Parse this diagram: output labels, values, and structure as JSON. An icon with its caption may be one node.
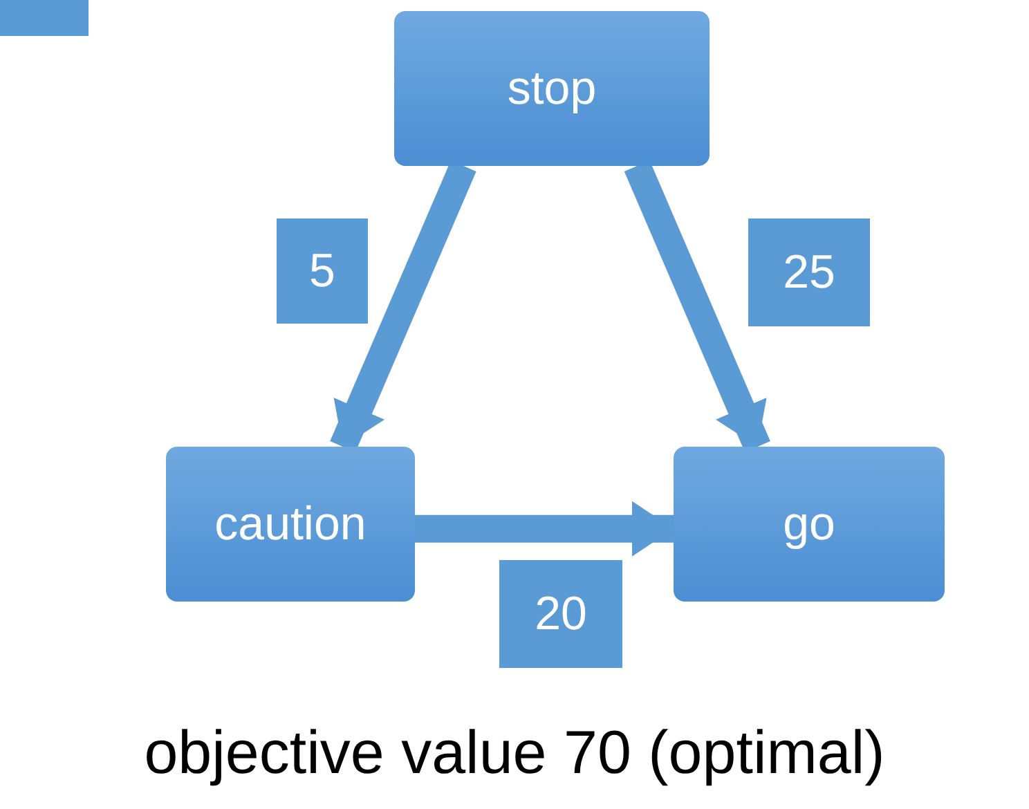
{
  "diagram": {
    "caption": "objective value 70 (optimal)",
    "nodes": [
      {
        "text": [
          "stop"
        ]
      },
      {
        "text": [
          "caution"
        ]
      },
      {
        "text": [
          "go"
        ]
      }
    ],
    "edges": [
      {
        "from": 0,
        "to": 1,
        "arrow": "to",
        "label": "5"
      },
      {
        "from": 0,
        "to": 2,
        "arrow": "to",
        "label": "25"
      },
      {
        "from": 1,
        "to": 2,
        "arrow": "to",
        "label": "20"
      }
    ]
  }
}
